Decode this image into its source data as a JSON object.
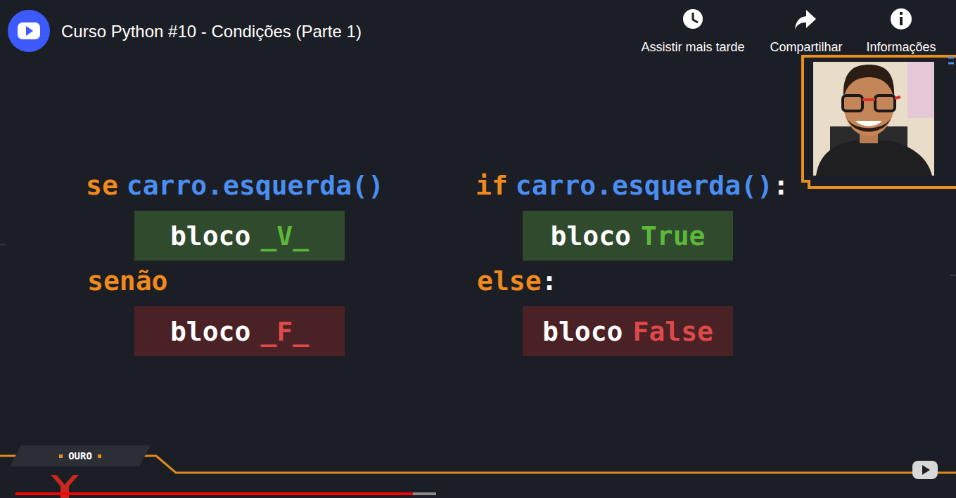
{
  "diagram": {
    "title": "Curso Python #10 - Condições (Parte 1)",
    "nodes": [
      {
        "text": [
          "bloco",
          "_V_"
        ]
      },
      {
        "text": [
          "bloco",
          "_F_"
        ]
      },
      {
        "text": [
          "bloco",
          "True"
        ]
      },
      {
        "text": [
          "bloco",
          "False"
        ]
      },
      {
        "text": [
          "OURO"
        ]
      }
    ],
    "labels": [
      "se",
      "carro.esquerda()",
      "senão",
      "if",
      "carro.esquerda()",
      ":",
      "else",
      ":",
      "Assistir mais tarde",
      "Compartilhar",
      "Informações"
    ]
  }
}
